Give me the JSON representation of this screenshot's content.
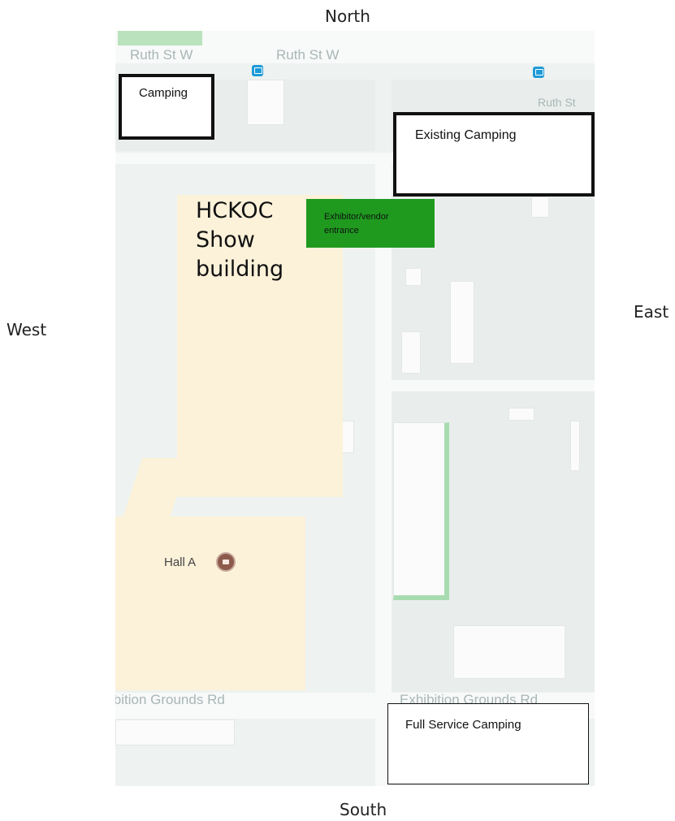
{
  "compass": {
    "north": "North",
    "south": "South",
    "east": "East",
    "west": "West"
  },
  "streets": {
    "ruth_st_w_1": "Ruth St W",
    "ruth_st_w_2": "Ruth St W",
    "ruth_st_partial": "Ruth St",
    "exhibition_left": "ibition Grounds Rd",
    "exhibition_right": "Exhibition Grounds Rd"
  },
  "labels": {
    "camping": "Camping",
    "existing_camping": "Existing Camping",
    "full_service_camping": "Full Service Camping",
    "exhibitor_entrance": "Exhibitor/vendor entrance",
    "show_building_line1": "HCKOC",
    "show_building_line2": "Show",
    "show_building_line3": "building",
    "hall_a": "Hall A"
  },
  "colors": {
    "entrance_green": "#1f9a1f",
    "building_yellow": "#fcf2d9",
    "transit_blue": "#1e9bd7"
  }
}
